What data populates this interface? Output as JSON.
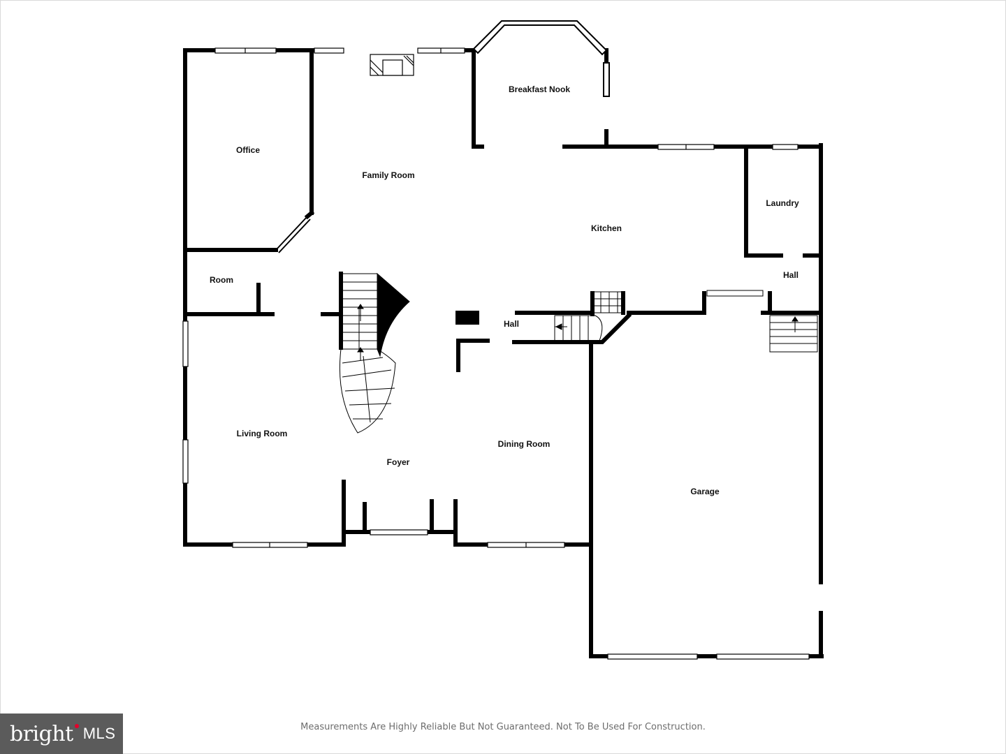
{
  "floorplan": {
    "rooms": {
      "office": "Office",
      "family_room": "Family Room",
      "breakfast_nook": "Breakfast Nook",
      "kitchen": "Kitchen",
      "laundry": "Laundry",
      "hall_right": "Hall",
      "room": "Room",
      "hall_center": "Hall",
      "living_room": "Living Room",
      "foyer": "Foyer",
      "dining_room": "Dining Room",
      "garage": "Garage"
    }
  },
  "footer": {
    "disclaimer": "Measurements Are Highly Reliable But Not Guaranteed. Not To Be Used For Construction."
  },
  "logo": {
    "brand": "bright",
    "suffix": "MLS"
  },
  "colors": {
    "wall": "#000000",
    "window": "#ffffff",
    "logo_bg": "#5b5b5b",
    "logo_accent": "#e4002b"
  }
}
